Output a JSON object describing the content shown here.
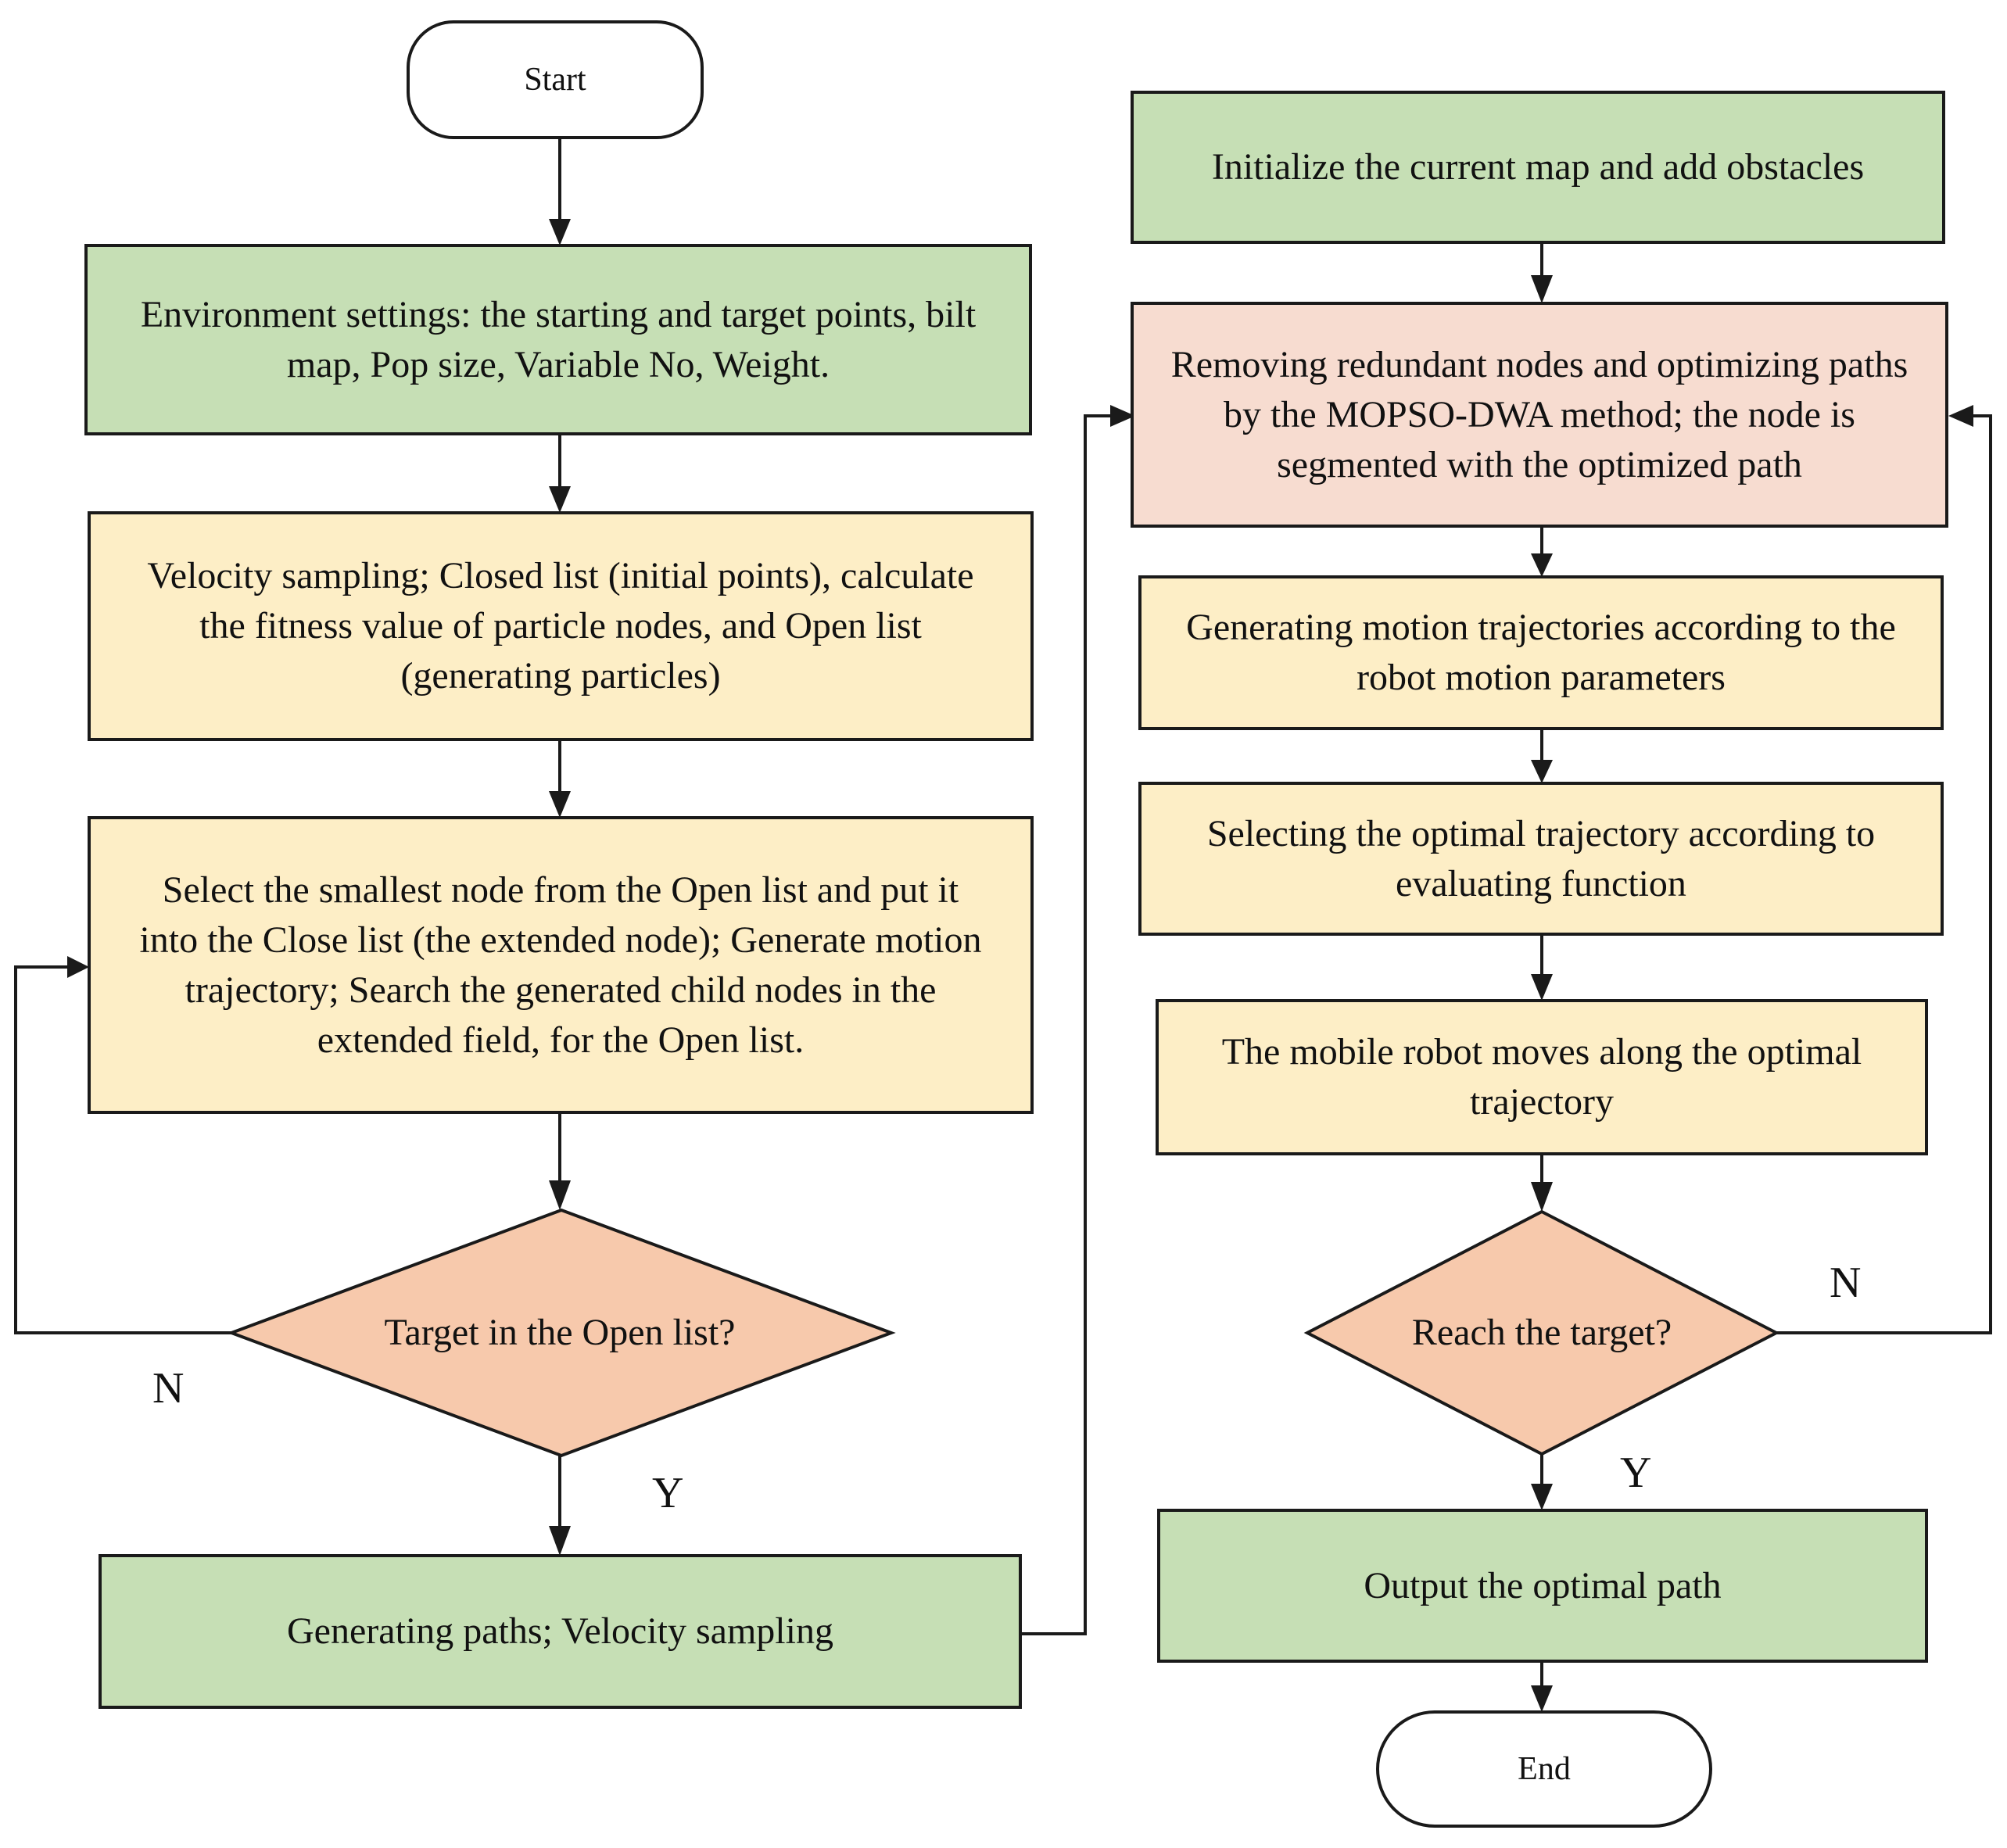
{
  "colors": {
    "green_fill": "#c6dfb5",
    "yellow_fill": "#fdeec6",
    "pink_fill": "#f7dcd0",
    "diamond_fill": "#f7c9ac",
    "stroke": "#1a1a1a"
  },
  "left_column": {
    "start": "Start",
    "environment": "Environment settings: the starting and target points, bilt map, Pop size, Variable No, Weight.",
    "velocity_sampling": "Velocity sampling; Closed list (initial points), calculate the fitness value of particle nodes, and Open list (generating particles)",
    "select_node": "Select the smallest node from the Open list and put it into the Close list (the extended node); Generate motion trajectory;  Search the generated child nodes in the extended field, for the Open list.",
    "decision": "Target in the Open list?",
    "decision_no": "N",
    "decision_yes": "Y",
    "generate_paths": "Generating paths; Velocity sampling"
  },
  "right_column": {
    "initialize": "Initialize the current map and add obstacles",
    "remove_nodes": "Removing redundant nodes and optimizing paths by the MOPSO-DWA method; the node is segmented with the optimized path",
    "generate_trajectories": "Generating motion trajectories according to the robot motion parameters",
    "select_trajectory": "Selecting the optimal trajectory according to evaluating function",
    "robot_moves": "The mobile robot moves along the optimal trajectory",
    "decision": "Reach the target?",
    "decision_no": "N",
    "decision_yes": "Y",
    "output": "Output the optimal path",
    "end": "End"
  }
}
